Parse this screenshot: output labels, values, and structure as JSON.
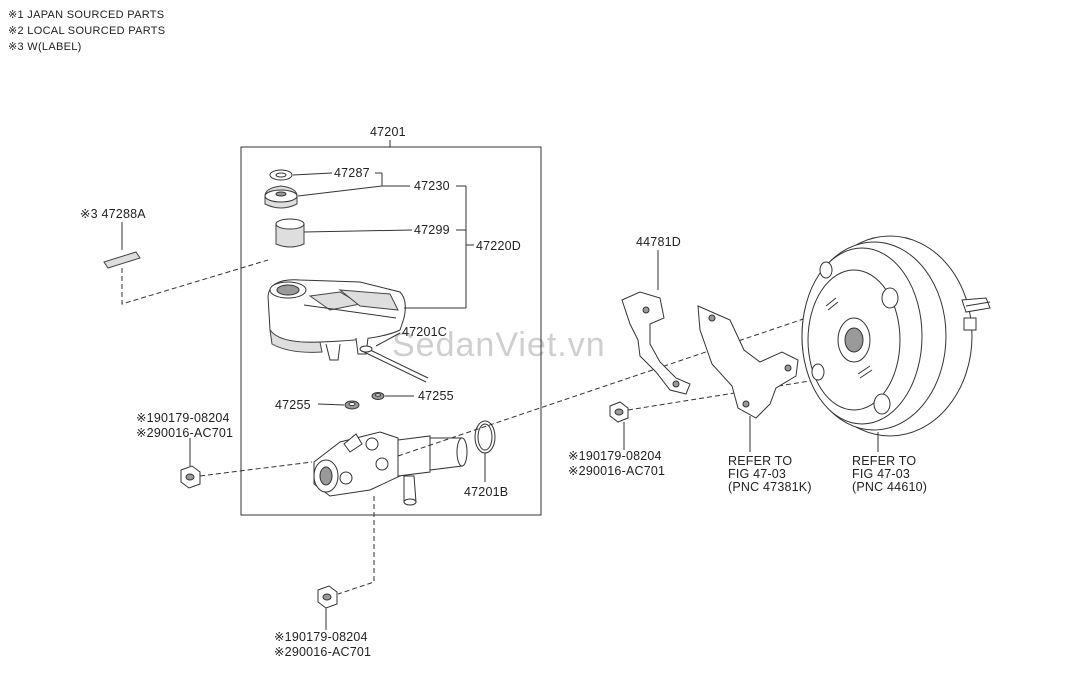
{
  "notes": [
    "※1 JAPAN SOURCED PARTS",
    "※2 LOCAL SOURCED PARTS",
    "※3 W(LABEL)"
  ],
  "labels": {
    "p47201": "47201",
    "p47287": "47287",
    "p47230": "47230",
    "p47299": "47299",
    "p47220D": "47220D",
    "p47288A": "※3 47288A",
    "p47201C": "47201C",
    "p47255_left": "47255",
    "p47255_right": "47255",
    "p47201B": "47201B",
    "p44781D": "44781D",
    "bolt_left_a": "※190179-08204",
    "bolt_left_b": "※290016-AC701",
    "bolt_mid_a": "※190179-08204",
    "bolt_mid_b": "※290016-AC701",
    "bolt_bottom_a": "※190179-08204",
    "bolt_bottom_b": "※290016-AC701",
    "refer_bracket": [
      "REFER TO",
      "FIG 47-03",
      "(PNC 47381K)"
    ],
    "refer_booster": [
      "REFER TO",
      "FIG 47-03",
      "(PNC 44610)"
    ]
  },
  "watermark": "SedanViet.vn"
}
